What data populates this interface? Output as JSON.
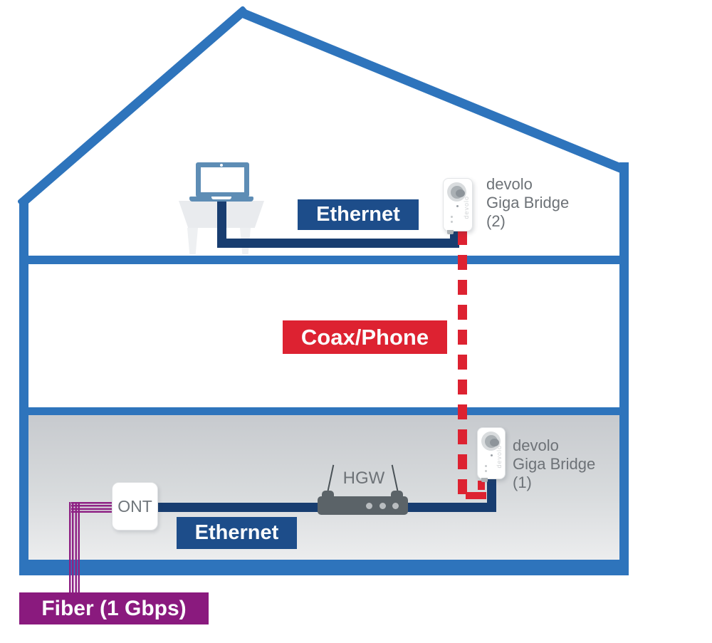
{
  "colors": {
    "house_blue": "#2e74bc",
    "cable_navy": "#183d70",
    "label_navy": "#1d4d8a",
    "signal_red": "#dd2231",
    "fiber_purple": "#8a1a7e",
    "fiber_strand": "#8e2184",
    "text_gray": "#6d7277",
    "laptop_blue": "#5e8db5",
    "router_gray": "#5b6368",
    "desk_gray": "#e9ebee",
    "ground_top": "#c7cace",
    "ground_bottom": "#ecedee"
  },
  "labels": {
    "ethernet_upper": "Ethernet",
    "coax_phone": "Coax/Phone",
    "ethernet_lower": "Ethernet",
    "fiber": "Fiber (1 Gbps)"
  },
  "devices": {
    "giga_bridge_2": {
      "side_text": "devolo"
    },
    "giga_bridge_1": {
      "side_text": "devolo"
    },
    "ont": {
      "label": "ONT"
    },
    "hgw": {
      "label": "HGW"
    }
  },
  "annotations": {
    "giga_bridge_2": {
      "line1": "devolo",
      "line2": "Giga Bridge",
      "line3": "(2)"
    },
    "giga_bridge_1": {
      "line1": "devolo",
      "line2": "Giga Bridge",
      "line3": "(1)"
    }
  }
}
